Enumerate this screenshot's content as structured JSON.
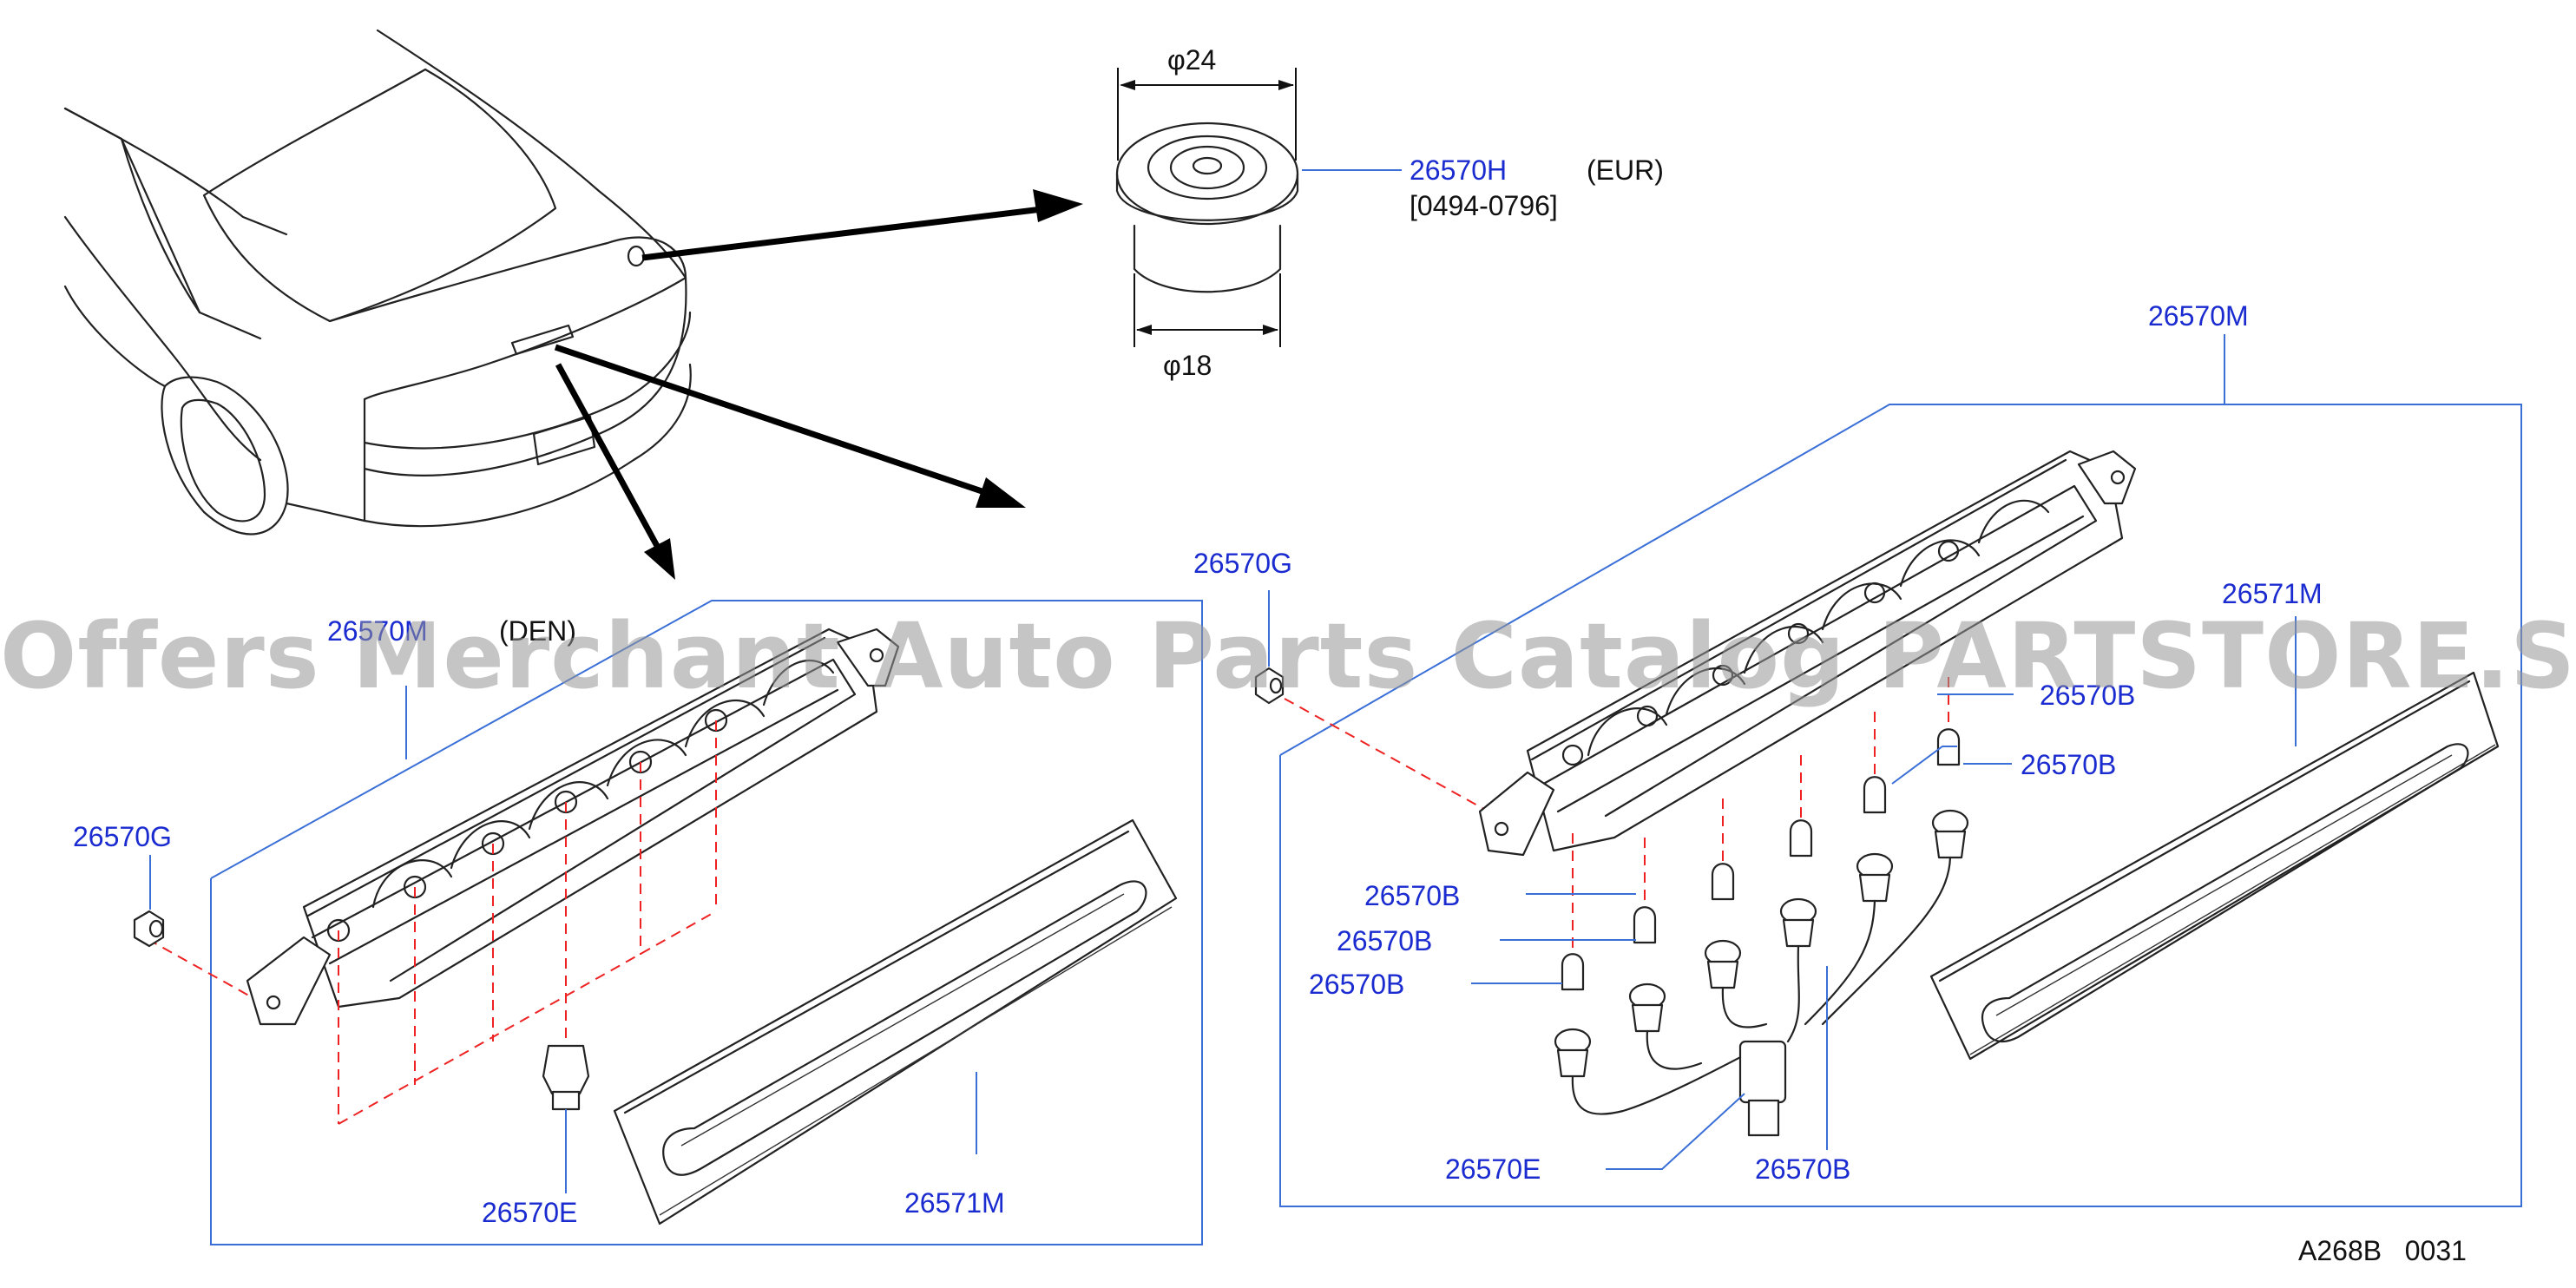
{
  "diagram": {
    "grommet": {
      "dim_top": "φ24",
      "dim_bottom": "φ18",
      "part_no": "26570H",
      "market": "(EUR)",
      "date_range": "[0494-0796]"
    },
    "left_assembly": {
      "lamp_part": "26570M",
      "lamp_note": "(DEN)",
      "nut_part": "26570G",
      "socket_part": "26570E",
      "lens_part": "26571M"
    },
    "right_assembly": {
      "assembly_part": "26570M",
      "nut_part": "26570G",
      "lens_part": "26571M",
      "bulb_labels": [
        "26570B",
        "26570B",
        "26570B",
        "26570B",
        "26570B",
        "26570B"
      ],
      "harness_part": "26570E"
    },
    "footer_code": "A268B   0031"
  },
  "watermark": "Offers Merchant Auto Parts Catalog PARTSTORE.SA",
  "colors": {
    "label_blue": "#1a2bd0",
    "leader_blue": "#3a6fd8",
    "dash_red": "#ee2222",
    "ink": "#222222",
    "watermark": "#969696"
  }
}
